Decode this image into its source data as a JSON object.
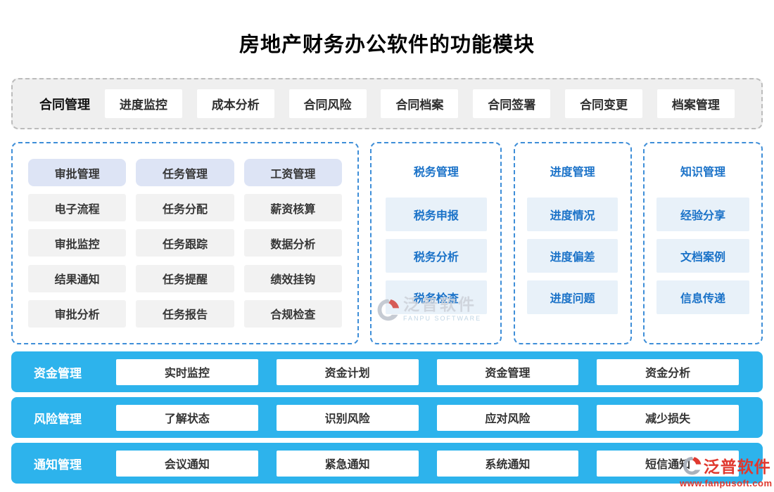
{
  "title": "房地产财务办公软件的功能模块",
  "colors": {
    "band_blue": "#2db3ec",
    "panel_border_blue": "#3e8ed8",
    "module_text_blue": "#1a72c8",
    "item_bg_blue": "#e8f1f9",
    "header_bg_lavender": "#dde4f5",
    "top_row_bg_gray": "#efefef",
    "watermark_red": "#e0382e"
  },
  "contract_row": {
    "label": "合同管理",
    "items": [
      "进度监控",
      "成本分析",
      "合同风险",
      "合同档案",
      "合同签署",
      "合同变更",
      "档案管理"
    ]
  },
  "approval_panel": {
    "columns": [
      {
        "header": "审批管理",
        "items": [
          "电子流程",
          "审批监控",
          "结果通知",
          "审批分析"
        ]
      },
      {
        "header": "任务管理",
        "items": [
          "任务分配",
          "任务跟踪",
          "任务提醒",
          "任务报告"
        ]
      },
      {
        "header": "工资管理",
        "items": [
          "薪资核算",
          "数据分析",
          "绩效挂钩",
          "合规检查"
        ]
      }
    ]
  },
  "side_panels": [
    {
      "title": "税务管理",
      "items": [
        "税务申报",
        "税务分析",
        "税务检查"
      ]
    },
    {
      "title": "进度管理",
      "items": [
        "进度情况",
        "进度偏差",
        "进度问题"
      ]
    },
    {
      "title": "知识管理",
      "items": [
        "经验分享",
        "文档案例",
        "信息传递"
      ]
    }
  ],
  "bottom_rows": [
    {
      "label": "资金管理",
      "items": [
        "实时监控",
        "资金计划",
        "资金管理",
        "资金分析"
      ]
    },
    {
      "label": "风险管理",
      "items": [
        "了解状态",
        "识别风险",
        "应对风险",
        "减少损失"
      ]
    },
    {
      "label": "通知管理",
      "items": [
        "会议通知",
        "紧急通知",
        "系统通知",
        "短信通知"
      ]
    }
  ],
  "watermarks": {
    "center": {
      "name": "泛普软件",
      "subtext": "FANPU SOFTWARE"
    },
    "corner": {
      "name": "泛普软件",
      "url": "www.fanpusoft.com"
    }
  }
}
